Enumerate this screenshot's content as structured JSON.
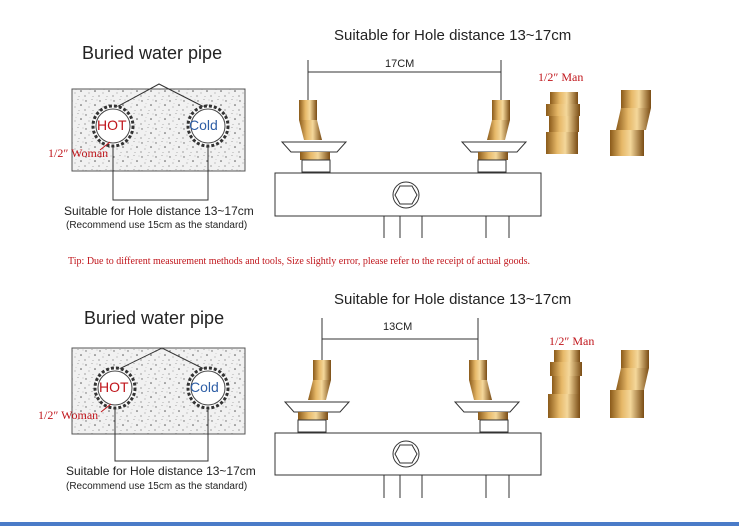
{
  "panels": [
    {
      "buried_title": "Buried water pipe",
      "hot_label": "HOT",
      "cold_label": "Cold",
      "woman_label": "1/2″ Woman",
      "hole_text": "Suitable for Hole distance 13~17cm",
      "recommend_text": "(Recommend use 15cm as the standard)",
      "top_title": "Suitable for Hole distance 13~17cm",
      "dimension": "17CM",
      "man_label": "1/2″ Man"
    },
    {
      "buried_title": "Buried water pipe",
      "hot_label": "HOT",
      "cold_label": "Cold",
      "woman_label": "1/2″ Woman",
      "hole_text": "Suitable for Hole distance 13~17cm",
      "recommend_text": "(Recommend use 15cm as the standard)",
      "top_title": "Suitable for Hole distance 13~17cm",
      "dimension": "13CM",
      "man_label": "1/2″ Man"
    }
  ],
  "tip": "Tip: Due to different measurement methods and tools, Size slightly error, please refer to the receipt of actual goods.",
  "colors": {
    "hot": "#c0161c",
    "cold": "#2f5fa6",
    "brass": "#c8963a",
    "accent_bar": "#4a7bc8"
  }
}
